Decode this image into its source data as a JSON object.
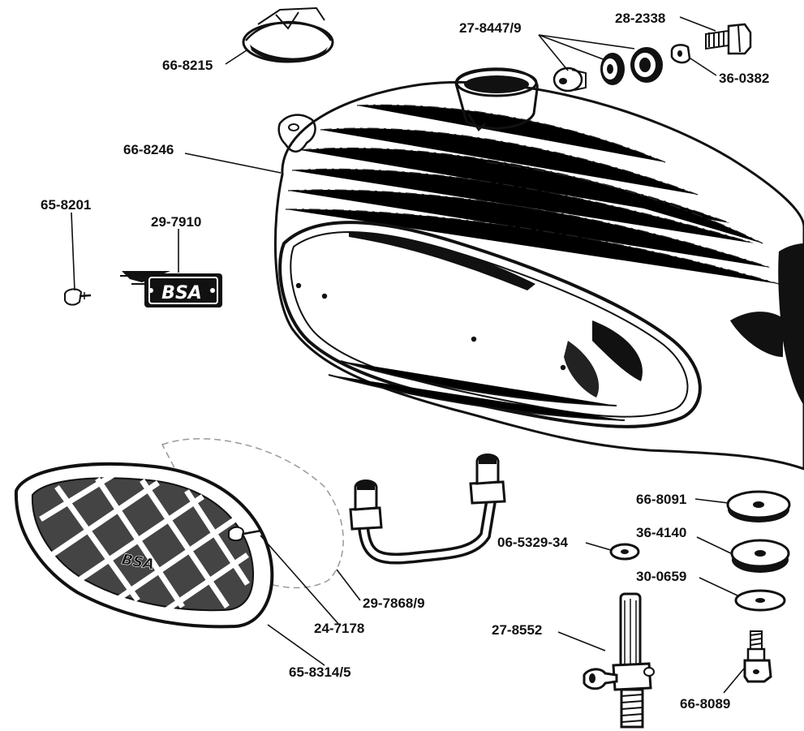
{
  "diagram": {
    "parts": [
      {
        "id": "filler-cap",
        "label": "66-8215"
      },
      {
        "id": "cap-washers",
        "label": "27-8447/9"
      },
      {
        "id": "screw",
        "label": "28-2338"
      },
      {
        "id": "nut",
        "label": "36-0382"
      },
      {
        "id": "tank",
        "label": "66-8246"
      },
      {
        "id": "badge-screw",
        "label": "65-8201"
      },
      {
        "id": "bsa-badge",
        "label": "29-7910"
      },
      {
        "id": "rubber-1",
        "label": "66-8091"
      },
      {
        "id": "rubber-2",
        "label": "36-4140"
      },
      {
        "id": "small-washer",
        "label": "06-5329-34"
      },
      {
        "id": "flat-washer",
        "label": "30-0659"
      },
      {
        "id": "fuel-tap",
        "label": "27-8552"
      },
      {
        "id": "balance-pipe",
        "label": "29-7868/9"
      },
      {
        "id": "panel-screw",
        "label": "24-7178"
      },
      {
        "id": "knee-grip-panel",
        "label": "65-8314/5"
      },
      {
        "id": "mounting-bolt",
        "label": "66-8089"
      }
    ],
    "badge_text": "BSA",
    "panel_text": "BSA"
  }
}
